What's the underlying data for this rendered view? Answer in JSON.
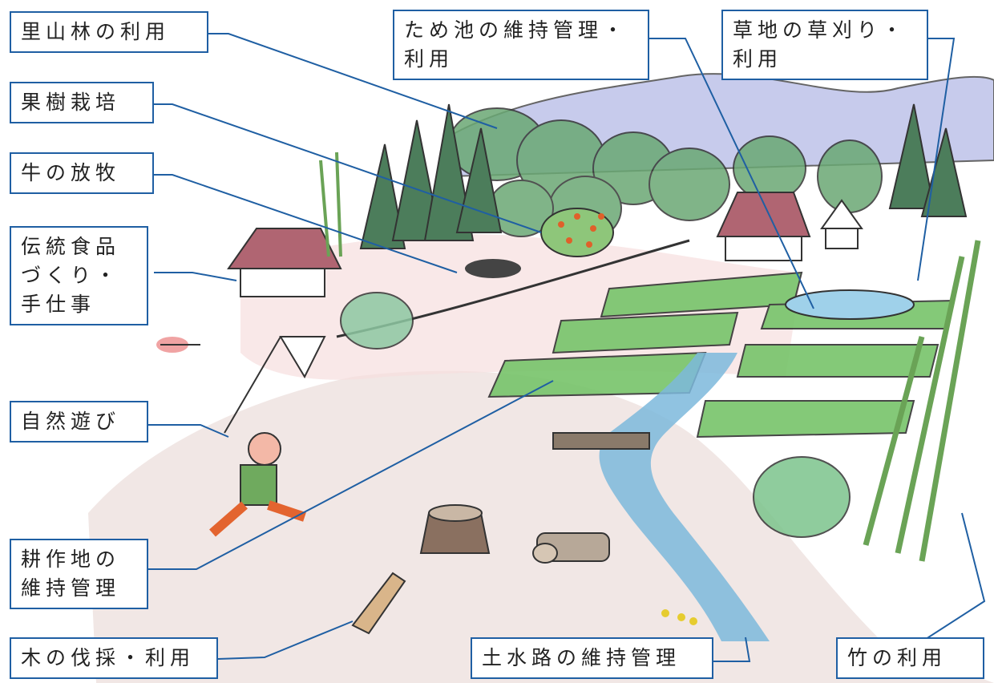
{
  "labels": {
    "satoyama_forest": "里山林の利用",
    "fruit_trees": "果樹栽培",
    "cattle_grazing": "牛の放牧",
    "traditional_food": [
      "伝統食品",
      "づくり・",
      "手仕事"
    ],
    "nature_play": "自然遊び",
    "farmland": [
      "耕作地の",
      "維持管理"
    ],
    "tree_felling": "木の伐採・利用",
    "pond": [
      "ため池の維持管理・",
      "利用"
    ],
    "grassland": [
      "草地の草刈り・",
      "利用"
    ],
    "earthen_channel": "土水路の維持管理",
    "bamboo": "竹の利用"
  },
  "colors": {
    "label_border": "#1f5fa3",
    "leader_line": "#1f5fa3",
    "mountain": "#b9bfe6",
    "forest": "#5f9a6a",
    "field": "#6fbf5f",
    "water": "#6aaed6",
    "roof": "#a85a68",
    "ground": "#e8dcd8"
  }
}
